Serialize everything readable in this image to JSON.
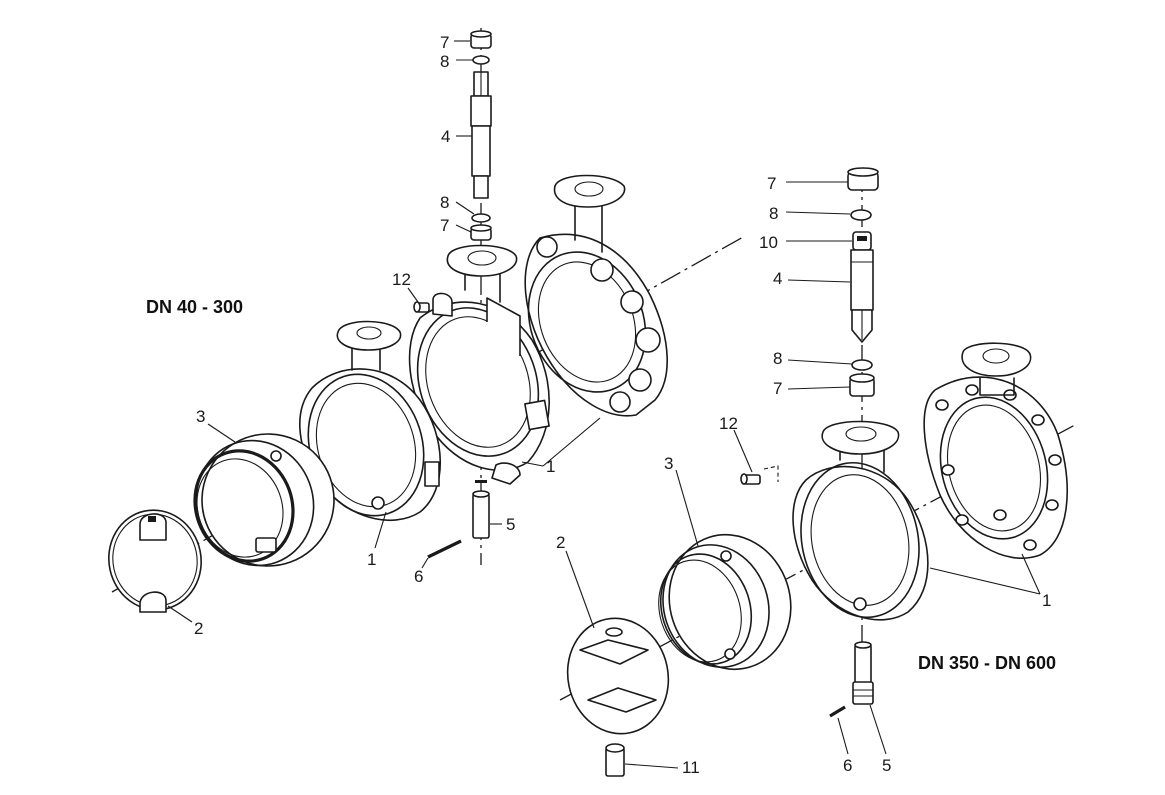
{
  "titles": {
    "small_range": "DN 40 - 300",
    "large_range": "DN 350 - DN 600"
  },
  "left_callouts": {
    "c7_top": "7",
    "c8_top": "8",
    "c4": "4",
    "c8_mid": "8",
    "c7_mid": "7",
    "c12": "12",
    "c3": "3",
    "c1_left": "1",
    "c1_right": "1",
    "c5": "5",
    "c6": "6",
    "c2": "2"
  },
  "right_callouts": {
    "c7_top": "7",
    "c8_top": "8",
    "c10": "10",
    "c4": "4",
    "c8_mid": "8",
    "c7_mid": "7",
    "c12": "12",
    "c3": "3",
    "c2": "2",
    "c1": "1",
    "c6": "6",
    "c5": "5",
    "c11": "11"
  }
}
